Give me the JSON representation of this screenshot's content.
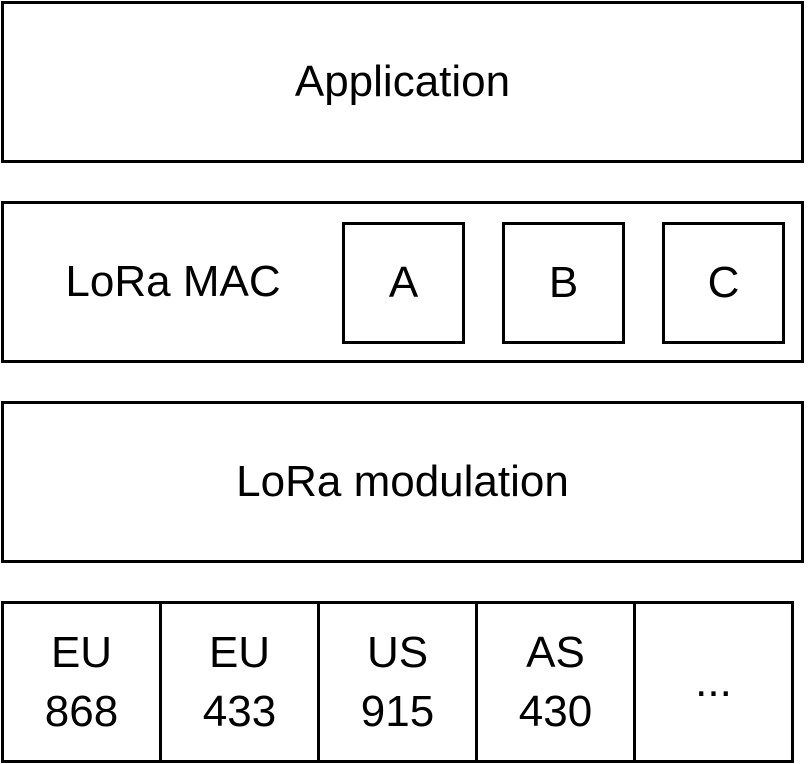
{
  "layers": {
    "application": "Application",
    "mac": {
      "label": "LoRa MAC",
      "classes": [
        "A",
        "B",
        "C"
      ]
    },
    "modulation": "LoRa modulation",
    "bands": [
      {
        "region": "EU",
        "freq": "868"
      },
      {
        "region": "EU",
        "freq": "433"
      },
      {
        "region": "US",
        "freq": "915"
      },
      {
        "region": "AS",
        "freq": "430"
      },
      {
        "region": "...",
        "freq": ""
      }
    ]
  }
}
